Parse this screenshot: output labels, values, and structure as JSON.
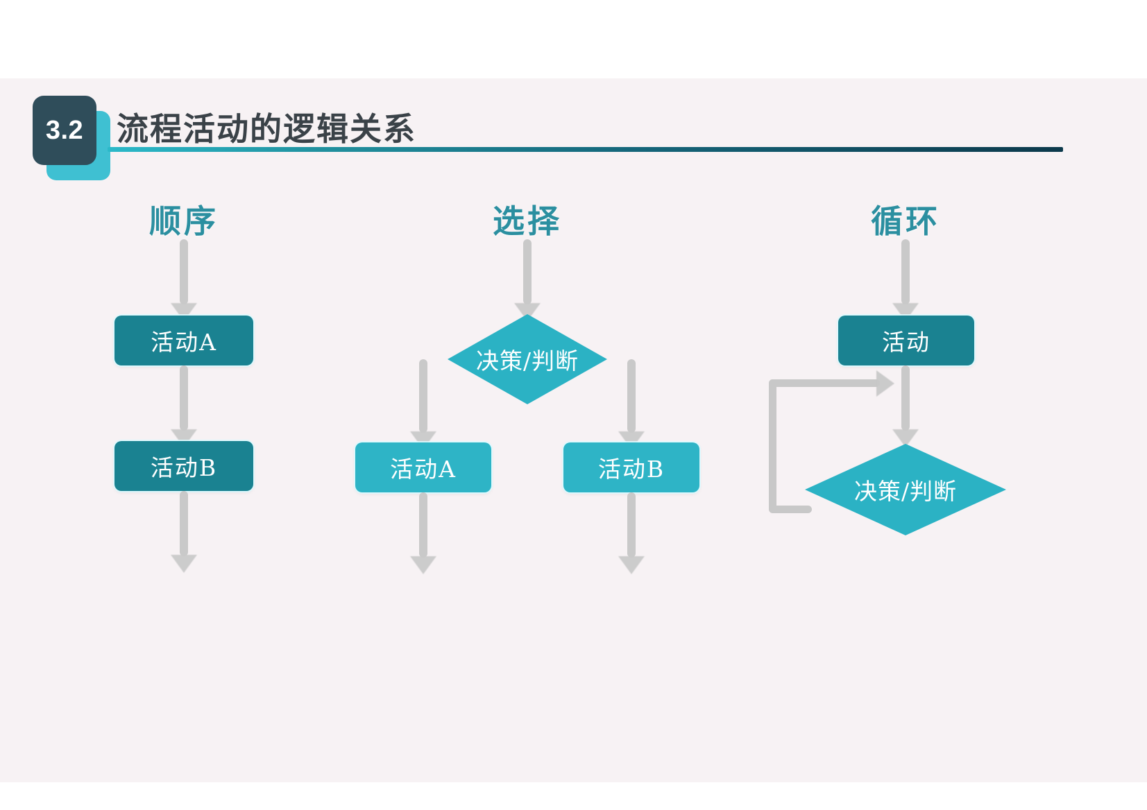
{
  "slide": {
    "background_color": "#f7f2f4",
    "header": {
      "badge_number": "3.2",
      "badge_front_color": "#2f4d5a",
      "badge_back_color": "#3fc0d2",
      "title": "流程活动的逻辑关系",
      "title_color": "#3a4248",
      "rule_color_start": "#2bb9c9",
      "rule_color_end": "#0c394b"
    },
    "palette": {
      "node_dark": "#1a8291",
      "node_light": "#2eb4c6",
      "diamond": "#2bb2c4",
      "arrow": "#c9c9c9",
      "heading_teal": "#2b8fa0"
    },
    "columns": [
      {
        "name": "sequence",
        "heading": "顺序",
        "nodes": [
          {
            "label": "活动A",
            "shape": "rect",
            "style": "dark"
          },
          {
            "label": "活动B",
            "shape": "rect",
            "style": "dark"
          }
        ]
      },
      {
        "name": "selection",
        "heading": "选择",
        "nodes": [
          {
            "label": "决策/判断",
            "shape": "diamond",
            "style": "light"
          },
          {
            "label": "活动A",
            "shape": "rect",
            "style": "light"
          },
          {
            "label": "活动B",
            "shape": "rect",
            "style": "light"
          }
        ]
      },
      {
        "name": "loop",
        "heading": "循环",
        "nodes": [
          {
            "label": "活动",
            "shape": "rect",
            "style": "dark"
          },
          {
            "label": "决策/判断",
            "shape": "diamond",
            "style": "light"
          }
        ]
      }
    ]
  },
  "chart_data": {
    "type": "diagram",
    "title": "流程活动的逻辑关系",
    "subtitle": "3.2",
    "diagram_kind": "flowchart-patterns",
    "panels": [
      {
        "heading": "顺序",
        "pattern": "sequence",
        "nodes": [
          {
            "id": "s_in",
            "type": "arrow",
            "label": ""
          },
          {
            "id": "s_a",
            "type": "process",
            "label": "活动A"
          },
          {
            "id": "s_b",
            "type": "process",
            "label": "活动B"
          },
          {
            "id": "s_out",
            "type": "arrow",
            "label": ""
          }
        ],
        "edges": [
          {
            "from": "s_in",
            "to": "s_a"
          },
          {
            "from": "s_a",
            "to": "s_b"
          },
          {
            "from": "s_b",
            "to": "s_out"
          }
        ]
      },
      {
        "heading": "选择",
        "pattern": "selection",
        "nodes": [
          {
            "id": "x_in",
            "type": "arrow",
            "label": ""
          },
          {
            "id": "x_d",
            "type": "decision",
            "label": "决策/判断"
          },
          {
            "id": "x_a",
            "type": "process",
            "label": "活动A"
          },
          {
            "id": "x_b",
            "type": "process",
            "label": "活动B"
          }
        ],
        "edges": [
          {
            "from": "x_in",
            "to": "x_d"
          },
          {
            "from": "x_d",
            "to": "x_a",
            "branch": "left"
          },
          {
            "from": "x_d",
            "to": "x_b",
            "branch": "right"
          },
          {
            "from": "x_a",
            "to": "out"
          },
          {
            "from": "x_b",
            "to": "out"
          }
        ]
      },
      {
        "heading": "循环",
        "pattern": "loop",
        "nodes": [
          {
            "id": "l_in",
            "type": "arrow",
            "label": ""
          },
          {
            "id": "l_a",
            "type": "process",
            "label": "活动"
          },
          {
            "id": "l_d",
            "type": "decision",
            "label": "决策/判断"
          }
        ],
        "edges": [
          {
            "from": "l_in",
            "to": "l_a"
          },
          {
            "from": "l_a",
            "to": "l_d"
          },
          {
            "from": "l_d",
            "to": "l_a",
            "kind": "feedback-loop"
          },
          {
            "from": "l_d",
            "to": "out"
          }
        ]
      }
    ]
  }
}
